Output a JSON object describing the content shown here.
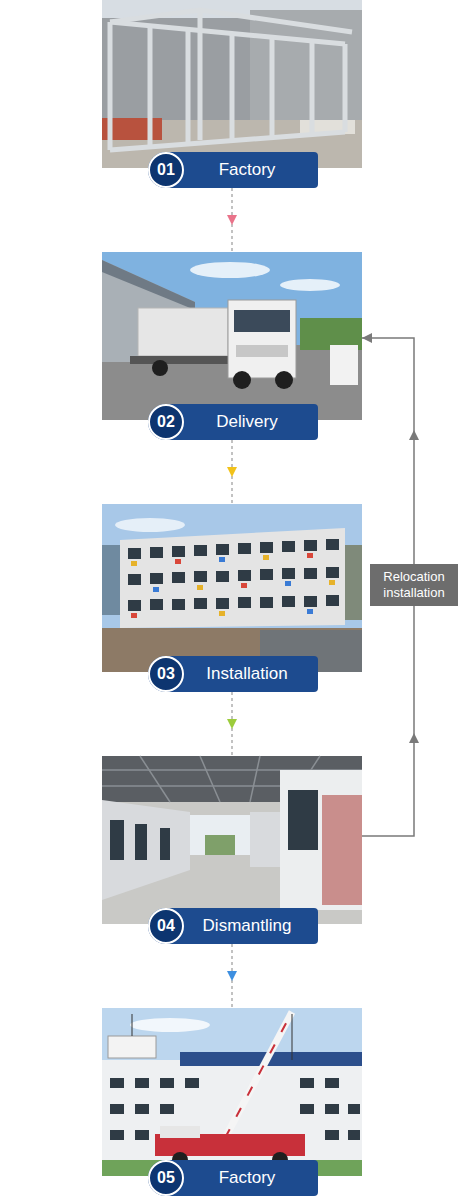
{
  "diagram": {
    "nodes": [
      {
        "text": [
          "01",
          "Factory"
        ]
      },
      {
        "text": [
          "02",
          "Delivery"
        ]
      },
      {
        "text": [
          "03",
          "Installation"
        ]
      },
      {
        "text": [
          "04",
          "Dismantling"
        ]
      },
      {
        "text": [
          "05",
          "Factory"
        ]
      }
    ],
    "edges": [
      {
        "from": 0,
        "to": 1,
        "arrow": "to"
      },
      {
        "from": 1,
        "to": 2,
        "arrow": "to"
      },
      {
        "from": 2,
        "to": 3,
        "arrow": "to"
      },
      {
        "from": 3,
        "to": 4,
        "arrow": "to"
      },
      {
        "from": 3,
        "to": 1,
        "arrow": "to",
        "label": "Relocation installation"
      }
    ]
  }
}
